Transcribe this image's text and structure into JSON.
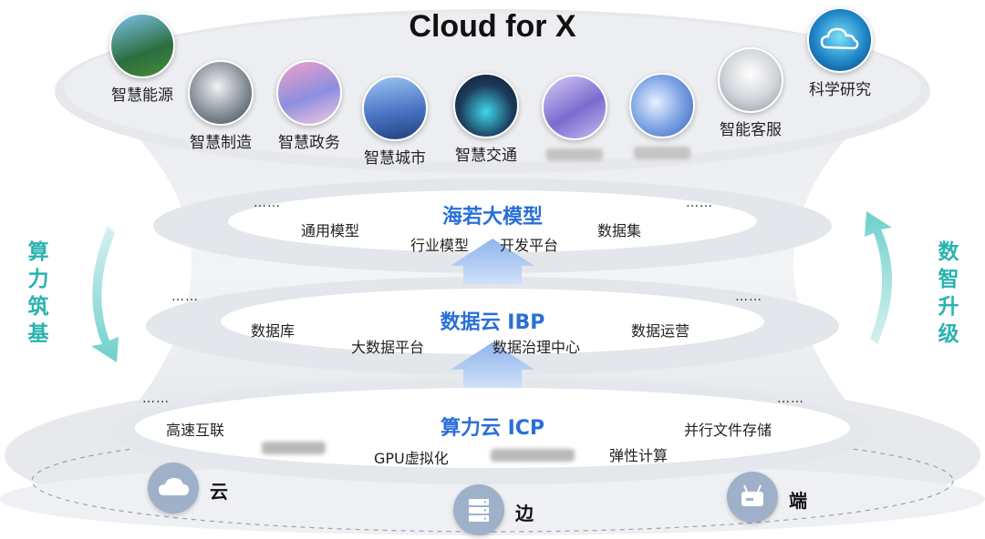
{
  "title": "Cloud for X",
  "apps": [
    {
      "label": "智慧能源",
      "icon": "energy-icon"
    },
    {
      "label": "智慧制造",
      "icon": "robot-arm-icon"
    },
    {
      "label": "智慧政务",
      "icon": "government-icon"
    },
    {
      "label": "智慧城市",
      "icon": "city-icon"
    },
    {
      "label": "智慧交通",
      "icon": "traffic-icon"
    },
    {
      "label": "",
      "icon": "medical-icon"
    },
    {
      "label": "",
      "icon": "ai-face-icon"
    },
    {
      "label": "智能客服",
      "icon": "service-robot-icon"
    },
    {
      "label": "科学研究",
      "icon": "cloud-research-icon"
    }
  ],
  "layers": {
    "model": {
      "title": "海若大模型",
      "items": [
        "通用模型",
        "行业模型",
        "开发平台",
        "数据集"
      ],
      "ellipsis": "……"
    },
    "data": {
      "title": "数据云 IBP",
      "items": [
        "数据库",
        "大数据平台",
        "数据治理中心",
        "数据运营"
      ],
      "ellipsis": "……"
    },
    "compute": {
      "title": "算力云 ICP",
      "items": [
        "高速互联",
        "GPU虚拟化",
        "弹性计算",
        "并行文件存储"
      ],
      "ellipsis": "……"
    }
  },
  "side_left": "算力筑基",
  "side_right": "数智升级",
  "edge_nodes": [
    {
      "label": "云",
      "icon": "cloud-icon"
    },
    {
      "label": "边",
      "icon": "server-icon"
    },
    {
      "label": "端",
      "icon": "device-icon"
    }
  ],
  "colors": {
    "accent": "#2a6fd8",
    "teal": "#2ab3b0"
  }
}
